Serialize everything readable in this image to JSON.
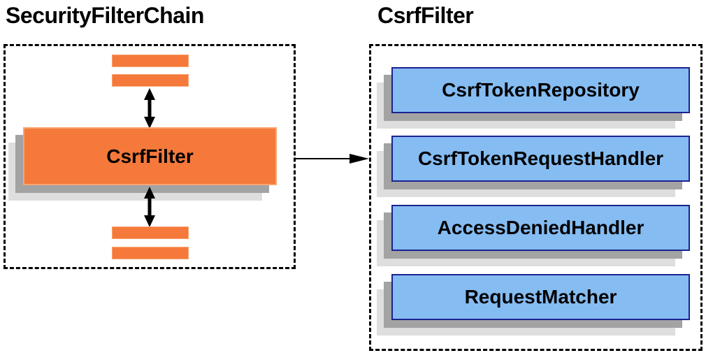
{
  "left_panel": {
    "title": "SecurityFilterChain",
    "filter_box_label": "CsrfFilter"
  },
  "right_panel": {
    "title": "CsrfFilter",
    "boxes": [
      {
        "label": "CsrfTokenRepository"
      },
      {
        "label": "CsrfTokenRequestHandler"
      },
      {
        "label": "AccessDeniedHandler"
      },
      {
        "label": "RequestMatcher"
      }
    ]
  },
  "icons": {
    "vertical_flow": "double-headed-arrow",
    "link": "right-arrow"
  },
  "colors": {
    "orange": "#f4793b",
    "orange_border": "#f9a571",
    "blue": "#85bcf2",
    "blue_border": "#1b2391",
    "shadow_dark": "#a3a3a3",
    "shadow_light": "#dedede",
    "line": "#000000",
    "background": "#ffffff"
  }
}
